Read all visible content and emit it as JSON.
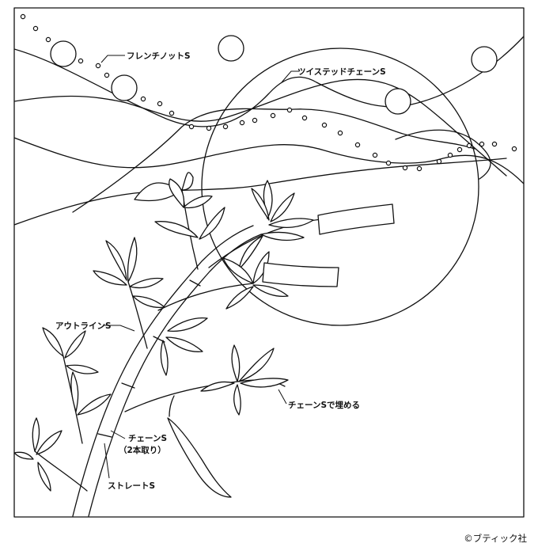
{
  "labels": {
    "french_knot": "フレンチノットS",
    "twisted_chain": "ツイステッドチェーンS",
    "outline": "アウトラインS",
    "chain_fill": "チェーンSで埋める",
    "chain_2": "チェーンS",
    "chain_2_note": "（2本取り）",
    "straight": "ストレートS"
  },
  "copyright": "©ブティック社"
}
